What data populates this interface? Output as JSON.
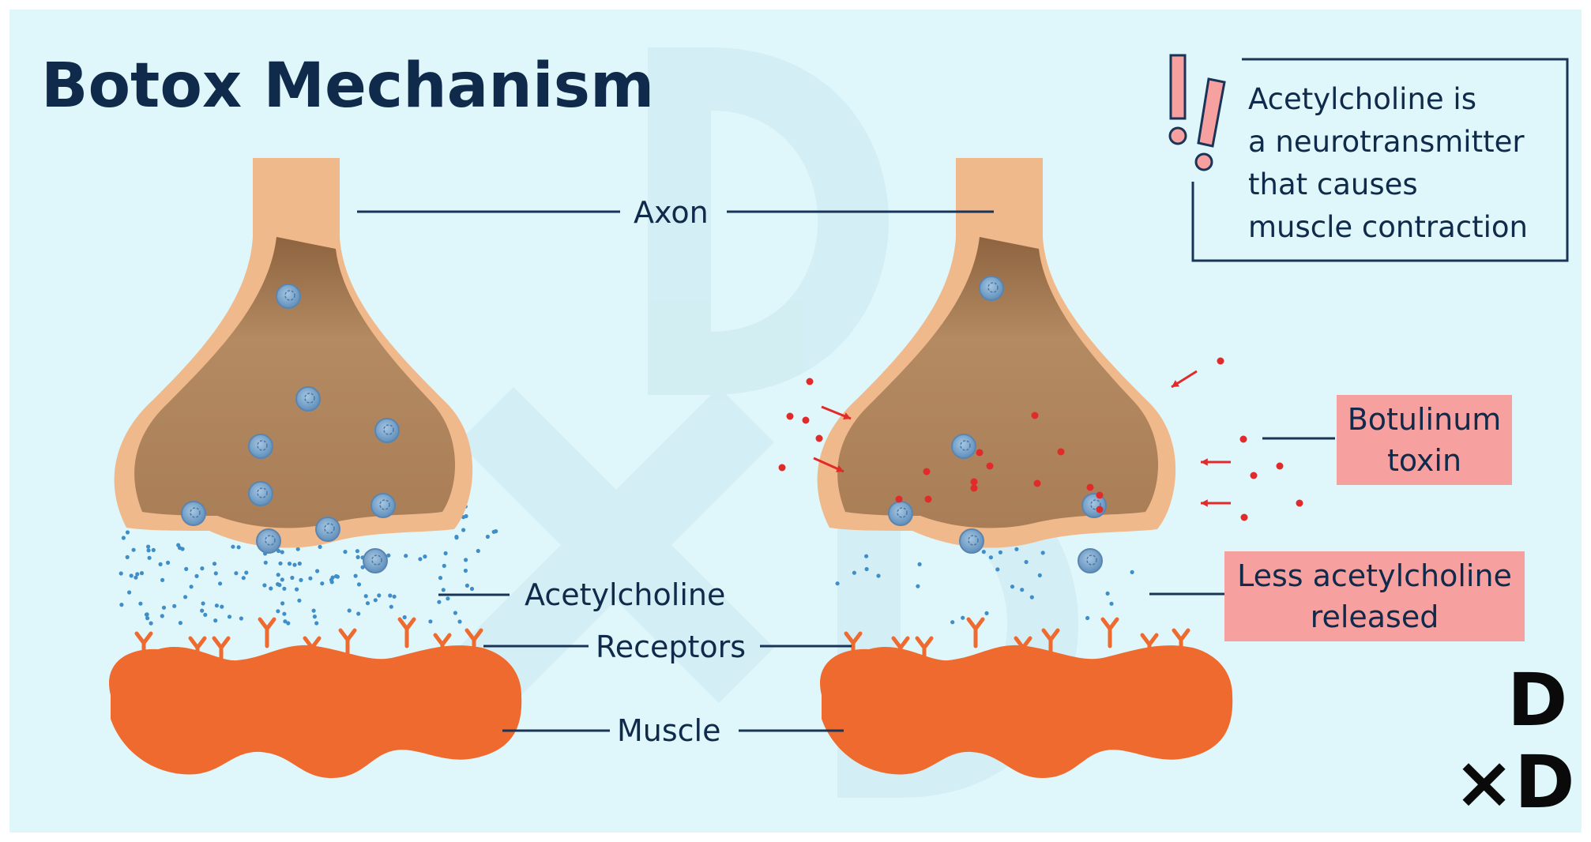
{
  "title": "Botox Mechanism",
  "labels": {
    "axon": "Axon",
    "acetylcholine": "Acetylcholine",
    "receptors": "Receptors",
    "muscle": "Muscle",
    "botulinum": [
      "Botulinum",
      "toxin"
    ],
    "less_ach": [
      "Less acetylcholine",
      "released"
    ]
  },
  "info_box": {
    "lines": [
      "Acetylcholine is",
      "a neurotransmitter",
      "that causes",
      "muscle contraction"
    ]
  },
  "logo": {
    "top": "D",
    "bottom": "×D"
  },
  "colors": {
    "background": "#dff7fb",
    "axon": "#f0b98c",
    "terminal_inner": "#b08056",
    "vesicle": "#7aa3c8",
    "acetylcholine_dot": "#3f8ec9",
    "toxin": "#e12a2a",
    "muscle": "#ef6a2e",
    "text": "#0f2a4a",
    "highlight_box": "#f7a0a0"
  }
}
